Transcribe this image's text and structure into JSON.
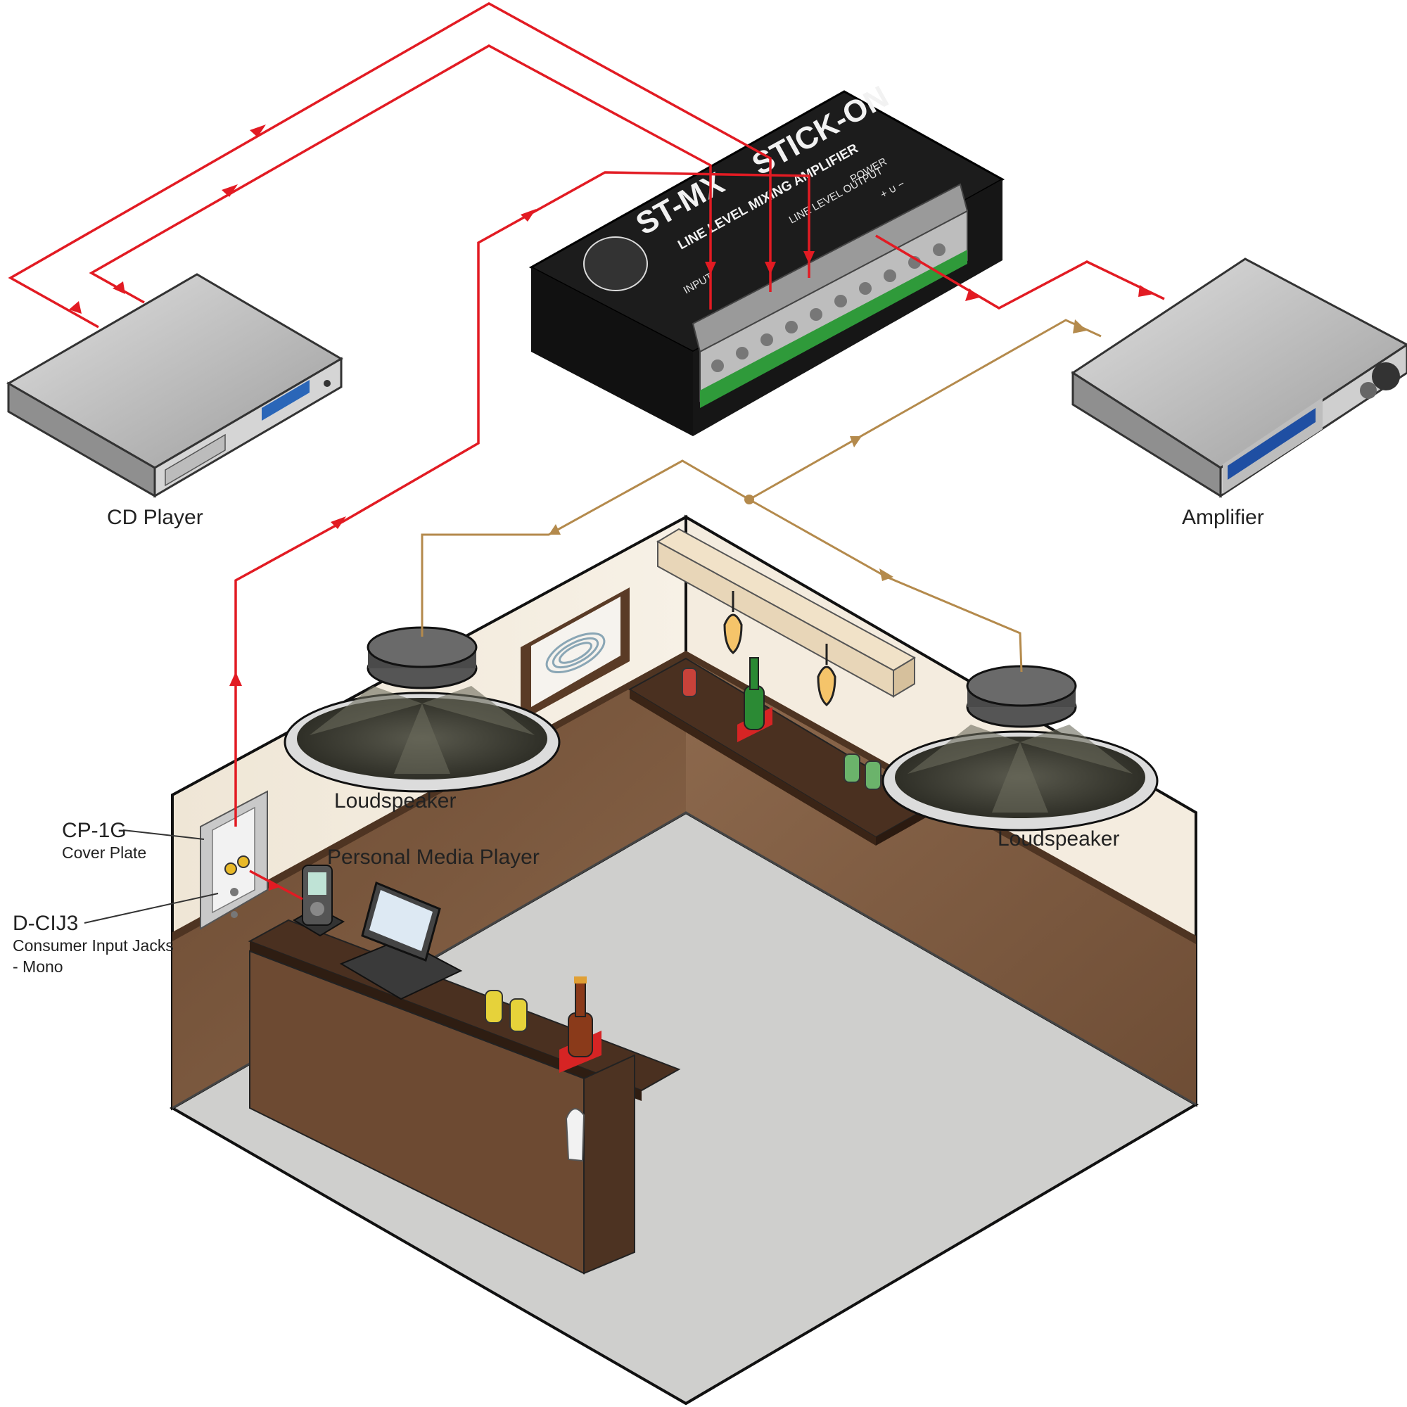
{
  "labels": {
    "cd_player": "CD Player",
    "amplifier": "Amplifier",
    "loudspeaker_left": "Loudspeaker",
    "loudspeaker_right": "Loudspeaker",
    "personal_media_player": "Personal Media Player",
    "cover_plate_model": "CP-1G",
    "cover_plate_desc": "Cover Plate",
    "jacks_model": "D-CIJ3",
    "jacks_desc_line1": "Consumer Input Jacks",
    "jacks_desc_line2": "- Mono"
  },
  "mixer": {
    "model": "ST-MX",
    "brand": "STICK-ON",
    "subtitle": "LINE LEVEL MIXING AMPLIFIER",
    "input_label": "INPUT",
    "output_label": "LINE LEVEL OUTPUT",
    "power_label": "POWER",
    "power_terms": "+ ∪ −"
  },
  "colors": {
    "line_signal": "#e21b23",
    "speaker_signal": "#b48a4c",
    "device_body": "#1c1c1c",
    "terminal_green": "#2f9a3a"
  }
}
